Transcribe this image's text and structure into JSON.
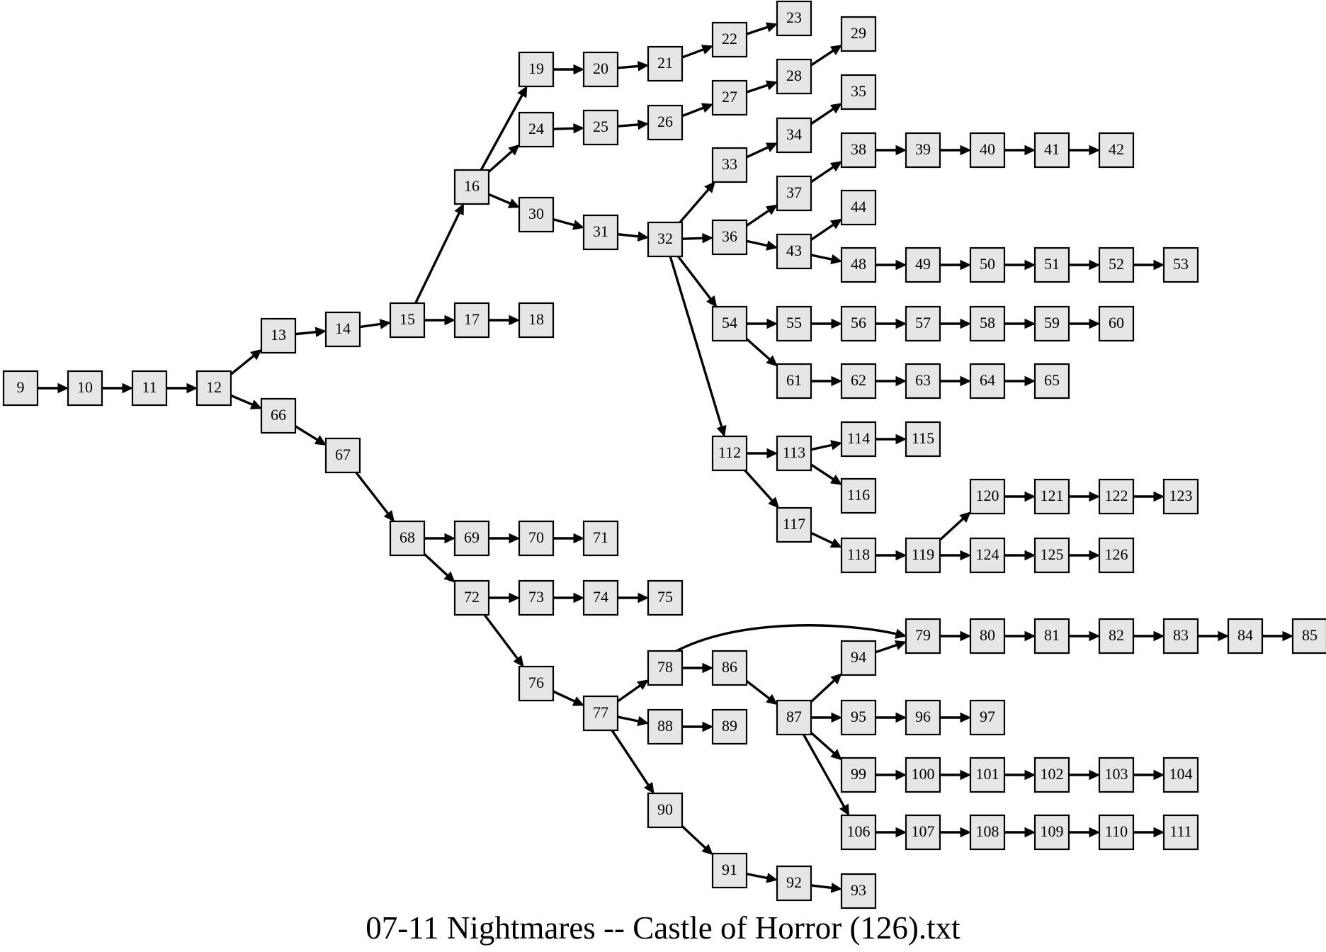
{
  "caption": "07-11 Nightmares -- Castle of Horror (126).txt",
  "colors": {
    "node_fill": "#e6e6e6",
    "stroke": "#000000",
    "background": "#ffffff"
  },
  "nodes": [
    "9",
    "10",
    "11",
    "12",
    "13",
    "14",
    "15",
    "16",
    "17",
    "18",
    "19",
    "20",
    "21",
    "22",
    "23",
    "24",
    "25",
    "26",
    "27",
    "28",
    "29",
    "30",
    "31",
    "32",
    "33",
    "34",
    "35",
    "36",
    "37",
    "38",
    "39",
    "40",
    "41",
    "42",
    "43",
    "44",
    "48",
    "49",
    "50",
    "51",
    "52",
    "53",
    "54",
    "55",
    "56",
    "57",
    "58",
    "59",
    "60",
    "61",
    "62",
    "63",
    "64",
    "65",
    "66",
    "67",
    "68",
    "69",
    "70",
    "71",
    "72",
    "73",
    "74",
    "75",
    "76",
    "77",
    "78",
    "79",
    "80",
    "81",
    "82",
    "83",
    "84",
    "85",
    "86",
    "87",
    "88",
    "89",
    "90",
    "91",
    "92",
    "93",
    "94",
    "95",
    "96",
    "97",
    "99",
    "100",
    "101",
    "102",
    "103",
    "104",
    "106",
    "107",
    "108",
    "109",
    "110",
    "111",
    "112",
    "113",
    "114",
    "115",
    "116",
    "117",
    "118",
    "119",
    "120",
    "121",
    "122",
    "123",
    "124",
    "125",
    "126"
  ],
  "edges": [
    [
      "9",
      "10"
    ],
    [
      "10",
      "11"
    ],
    [
      "11",
      "12"
    ],
    [
      "12",
      "13"
    ],
    [
      "12",
      "66"
    ],
    [
      "13",
      "14"
    ],
    [
      "14",
      "15"
    ],
    [
      "15",
      "16"
    ],
    [
      "15",
      "17"
    ],
    [
      "17",
      "18"
    ],
    [
      "16",
      "19"
    ],
    [
      "16",
      "24"
    ],
    [
      "16",
      "30"
    ],
    [
      "19",
      "20"
    ],
    [
      "20",
      "21"
    ],
    [
      "21",
      "22"
    ],
    [
      "22",
      "23"
    ],
    [
      "24",
      "25"
    ],
    [
      "25",
      "26"
    ],
    [
      "26",
      "27"
    ],
    [
      "27",
      "28"
    ],
    [
      "28",
      "29"
    ],
    [
      "30",
      "31"
    ],
    [
      "31",
      "32"
    ],
    [
      "32",
      "33"
    ],
    [
      "32",
      "36"
    ],
    [
      "32",
      "54"
    ],
    [
      "32",
      "112"
    ],
    [
      "33",
      "34"
    ],
    [
      "34",
      "35"
    ],
    [
      "36",
      "37"
    ],
    [
      "36",
      "43"
    ],
    [
      "37",
      "38"
    ],
    [
      "38",
      "39"
    ],
    [
      "39",
      "40"
    ],
    [
      "40",
      "41"
    ],
    [
      "41",
      "42"
    ],
    [
      "43",
      "44"
    ],
    [
      "43",
      "48"
    ],
    [
      "48",
      "49"
    ],
    [
      "49",
      "50"
    ],
    [
      "50",
      "51"
    ],
    [
      "51",
      "52"
    ],
    [
      "52",
      "53"
    ],
    [
      "54",
      "55"
    ],
    [
      "54",
      "61"
    ],
    [
      "55",
      "56"
    ],
    [
      "56",
      "57"
    ],
    [
      "57",
      "58"
    ],
    [
      "58",
      "59"
    ],
    [
      "59",
      "60"
    ],
    [
      "61",
      "62"
    ],
    [
      "62",
      "63"
    ],
    [
      "63",
      "64"
    ],
    [
      "64",
      "65"
    ],
    [
      "112",
      "113"
    ],
    [
      "112",
      "117"
    ],
    [
      "113",
      "114"
    ],
    [
      "113",
      "116"
    ],
    [
      "114",
      "115"
    ],
    [
      "117",
      "118"
    ],
    [
      "118",
      "119"
    ],
    [
      "119",
      "120"
    ],
    [
      "119",
      "124"
    ],
    [
      "120",
      "121"
    ],
    [
      "121",
      "122"
    ],
    [
      "122",
      "123"
    ],
    [
      "124",
      "125"
    ],
    [
      "125",
      "126"
    ],
    [
      "66",
      "67"
    ],
    [
      "67",
      "68"
    ],
    [
      "68",
      "69"
    ],
    [
      "68",
      "72"
    ],
    [
      "69",
      "70"
    ],
    [
      "70",
      "71"
    ],
    [
      "72",
      "73"
    ],
    [
      "72",
      "76"
    ],
    [
      "73",
      "74"
    ],
    [
      "74",
      "75"
    ],
    [
      "76",
      "77"
    ],
    [
      "77",
      "78"
    ],
    [
      "77",
      "88"
    ],
    [
      "77",
      "90"
    ],
    [
      "78",
      "79"
    ],
    [
      "78",
      "86"
    ],
    [
      "79",
      "80"
    ],
    [
      "80",
      "81"
    ],
    [
      "81",
      "82"
    ],
    [
      "82",
      "83"
    ],
    [
      "83",
      "84"
    ],
    [
      "84",
      "85"
    ],
    [
      "86",
      "87"
    ],
    [
      "87",
      "94"
    ],
    [
      "87",
      "95"
    ],
    [
      "87",
      "99"
    ],
    [
      "87",
      "106"
    ],
    [
      "94",
      "79"
    ],
    [
      "95",
      "96"
    ],
    [
      "96",
      "97"
    ],
    [
      "99",
      "100"
    ],
    [
      "100",
      "101"
    ],
    [
      "101",
      "102"
    ],
    [
      "102",
      "103"
    ],
    [
      "103",
      "104"
    ],
    [
      "106",
      "107"
    ],
    [
      "107",
      "108"
    ],
    [
      "108",
      "109"
    ],
    [
      "109",
      "110"
    ],
    [
      "110",
      "111"
    ],
    [
      "88",
      "89"
    ],
    [
      "90",
      "91"
    ],
    [
      "91",
      "92"
    ],
    [
      "92",
      "93"
    ]
  ]
}
